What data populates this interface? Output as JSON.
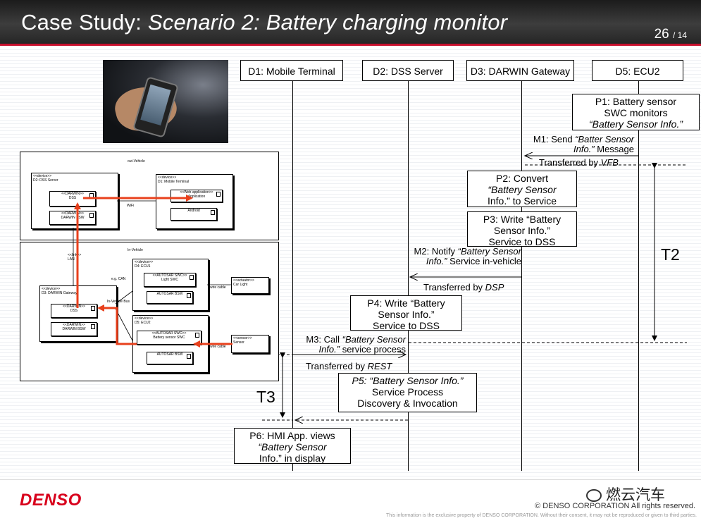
{
  "header": {
    "title_plain": "Case Study: ",
    "title_italic": "Scenario 2: Battery charging monitor",
    "page_number": "26",
    "page_total": "/ 14"
  },
  "lanes": [
    "D1: Mobile Terminal",
    "D2: DSS Server",
    "D3: DARWIN Gateway",
    "D5: ECU2"
  ],
  "boxes": {
    "p1": [
      "P1: Battery sensor",
      "SWC monitors",
      "“Battery Sensor Info.”"
    ],
    "p2": [
      "P2: Convert",
      "“Battery Sensor",
      "Info.” to Service"
    ],
    "p3": [
      "P3: Write “Battery",
      "Sensor Info.”",
      "Service to DSS"
    ],
    "p4": [
      "P4: Write “Battery",
      "Sensor Info.”",
      "Service to DSS"
    ],
    "p5": [
      "P5: “Battery Sensor Info.”",
      "Service Process",
      "Discovery & Invocation"
    ],
    "p6": [
      "P6: HMI App. views",
      "“Battery Sensor",
      "Info.” in display"
    ]
  },
  "messages": {
    "m1_a": "M1: Send ",
    "m1_b": "“Batter Sensor",
    "m1_c": "Info.”",
    "m1_d": " Message",
    "vfb_a": "Transferred by ",
    "vfb_b": "VFB",
    "m2_a": "M2: Notify ",
    "m2_b": "“Battery Sensor",
    "m2_c": "Info.”",
    "m2_d": " Service in-vehicle",
    "dsp_a": "Transferred by ",
    "dsp_b": "DSP",
    "m3_a": "M3: Call ",
    "m3_b": "“Battery Sensor",
    "m3_c": "Info.”",
    "m3_d": " service process",
    "rest_a": "Transferred by ",
    "rest_b": "REST"
  },
  "timers": {
    "t2": "T2",
    "t3": "T3"
  },
  "deployment": {
    "out_vehicle": "out-Vehicle",
    "in_vehicle": "In-Vehicle",
    "dss_server_node": "<<device>>\nD2: DSS Server",
    "mobile_node": "<<device>>\nD1: Mobile Terminal",
    "gateway_node": "<<device>>\nD3: DARWIN Gateway",
    "ecu1_node": "<<device>>\nD4: ECU1",
    "ecu2_node": "<<device>>\nD5: ECU2",
    "dss_comp": "<<DARWIN>>\nDSS",
    "bsw_comp": "<<DARWIN>>\nDARWIN BSW",
    "webapp_comp": "<<Web application>>\nApplication",
    "android_comp": "Android",
    "light_swc": "<<AUTOSAR SWC>>\nLight SWC",
    "autosar_bsw": "AUTOSAR BSW",
    "battery_swc": "<<AUTOSAR SWC>>\nBattery sensor SWC",
    "actuator": "<<actuator>>\nCar Light",
    "sensor": "<<sensor>>\nSensor",
    "wifi": "WiFi",
    "eg_can": "e.g. CAN",
    "in_vehicle_bus": "In-Vehicle Bus",
    "wire_cable_1": "wire cable",
    "wire_cable_2": "wire cable",
    "link_left": "<<link>>\nLAN"
  },
  "footer": {
    "logo": "DENSO",
    "wechat": "燃云汽车",
    "copyright": "© DENSO CORPORATION All rights reserved.",
    "disclaimer": "This information is the exclusive property of DENSO CORPORATION.  Without their consent, it may not be reproduced or given to third parties."
  }
}
